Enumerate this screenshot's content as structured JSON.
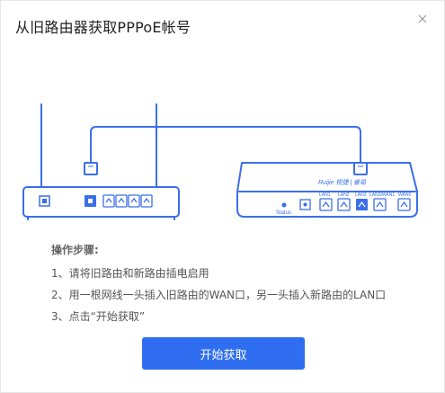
{
  "dialog": {
    "title": "从旧路由器获取PPPoE帐号",
    "close_icon": "close-icon"
  },
  "illustration": {
    "new_router": {
      "brand_text": "Ruijie 锐捷 | 睿易",
      "status_label": "Status",
      "port_labels": [
        "LAN1",
        "LAN2",
        "LAN3",
        "LAN3/WAN1",
        "WAN0"
      ]
    },
    "colors": {
      "accent": "#3a6fe8"
    }
  },
  "steps": {
    "heading": "操作步骤:",
    "items": [
      "1、请将旧路由和新路由插电启用",
      "2、用一根网线一头插入旧路由的WAN口，另一头插入新路由的LAN口",
      "3、点击“开始获取”"
    ]
  },
  "actions": {
    "start_label": "开始获取"
  }
}
